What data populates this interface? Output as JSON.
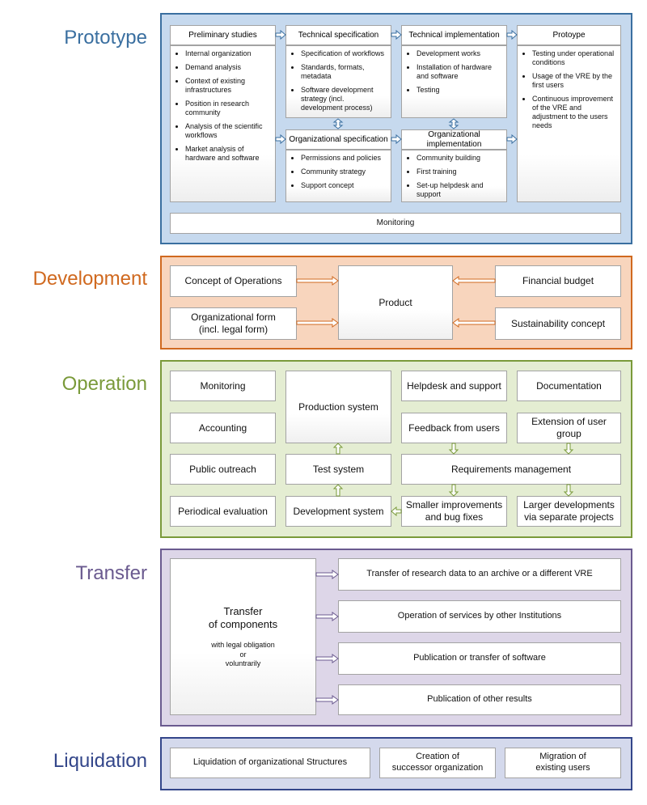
{
  "colors": {
    "prototype": "#3a6fa0",
    "prototype_fill": "#c6d9ee",
    "development": "#d0691f",
    "development_fill": "#f8d5bd",
    "operation": "#7a9a3a",
    "operation_fill": "#e4edd2",
    "transfer": "#6a5a8f",
    "transfer_fill": "#ddd6e8",
    "liquidation": "#33468a",
    "liquidation_fill": "#d4d9ec"
  },
  "prototype": {
    "label": "Prototype",
    "preliminary": {
      "title": "Preliminary studies",
      "items": [
        "Internal organization",
        "Demand analysis",
        "Context of existing infrastructures",
        "Position in research community",
        "Analysis of the scientific workflows",
        "Market analysis of hardware and software"
      ]
    },
    "technical_spec": {
      "title": "Technical specification",
      "items": [
        "Specification of workflows",
        "Standards, formats, metadata",
        "Software development strategy (incl. development process)"
      ]
    },
    "technical_impl": {
      "title": "Technical implementation",
      "items": [
        "Development works",
        "Installation of  hardware and software",
        "Testing"
      ]
    },
    "protoype": {
      "title": "Protoype",
      "items": [
        "Testing under operational conditions",
        "Usage of the VRE by the first users",
        "Continuous improvement of the VRE and adjustment to the users needs"
      ]
    },
    "org_spec": {
      "title": "Organizational specification",
      "items": [
        "Permissions and policies",
        "Community strategy",
        "Support concept"
      ]
    },
    "org_impl": {
      "title": "Organizational implementation",
      "items": [
        "Community building",
        "First training",
        "Set-up helpdesk and support"
      ]
    },
    "monitoring": "Monitoring"
  },
  "development": {
    "label": "Development",
    "concept_ops": "Concept of Operations",
    "org_form_line1": "Organizational form",
    "org_form_line2": "(incl. legal form)",
    "product": "Product",
    "financial": "Financial budget",
    "sustainability": "Sustainability concept"
  },
  "operation": {
    "label": "Operation",
    "monitoring": "Monitoring",
    "accounting": "Accounting",
    "public_outreach": "Public outreach",
    "periodical_eval": "Periodical evaluation",
    "production": "Production system",
    "test": "Test system",
    "development": "Development system",
    "helpdesk": "Helpdesk and support",
    "documentation": "Documentation",
    "feedback": "Feedback from users",
    "extension_line1": "Extension of user",
    "extension_line2": "group",
    "requirements": "Requirements management",
    "smaller_line1": "Smaller improvements",
    "smaller_line2": "and bug fixes",
    "larger_line1": "Larger developments",
    "larger_line2": "via separate projects"
  },
  "transfer": {
    "label": "Transfer",
    "components_line1": "Transfer",
    "components_line2": "of components",
    "components_sub1": "with legal obligation",
    "components_sub2": "or",
    "components_sub3": "voluntrarily",
    "targets": [
      "Transfer of research data to an archive or a different VRE",
      "Operation of services by other Institutions",
      "Publication or transfer of software",
      "Publication of other results"
    ]
  },
  "liquidation": {
    "label": "Liquidation",
    "structures": "Liquidation of organizational Structures",
    "successor_line1": "Creation of",
    "successor_line2": "successor organization",
    "migration_line1": "Migration of",
    "migration_line2": "existing users"
  }
}
